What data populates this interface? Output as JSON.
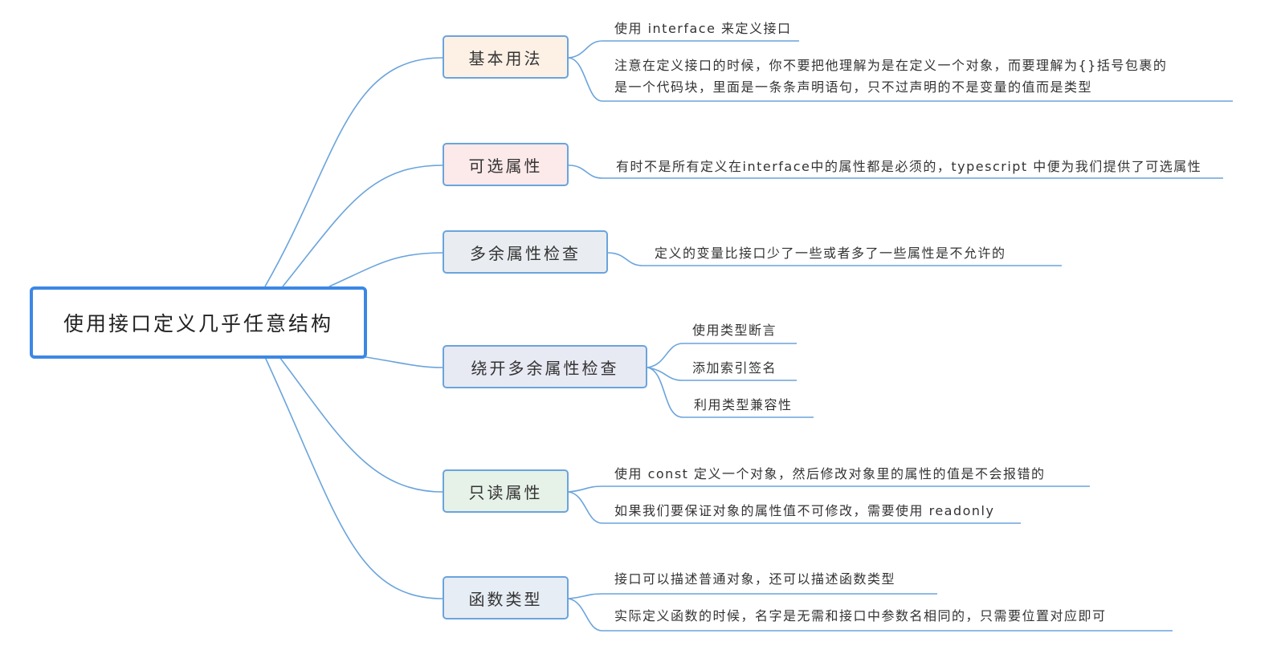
{
  "root": {
    "label": "使用接口定义几乎任意结构"
  },
  "branches": [
    {
      "label": "基本用法",
      "fill": "#fdf1e6",
      "leaves": [
        "使用  interface 来定义接口",
        "注意在定义接口的时候，你不要把他理解为是在定义一个对象，而要理解为{}括号包裹的",
        "是一个代码块，里面是一条条声明语句，只不过声明的不是变量的值而是类型"
      ]
    },
    {
      "label": "可选属性",
      "fill": "#fce9e9",
      "leaves": [
        "有时不是所有定义在interface中的属性都是必须的，typescript 中便为我们提供了可选属性"
      ]
    },
    {
      "label": "多余属性检查",
      "fill": "#e9edf1",
      "leaves": [
        "定义的变量比接口少了一些或者多了一些属性是不允许的"
      ]
    },
    {
      "label": "绕开多余属性检查",
      "fill": "#e7e9f3",
      "leaves": [
        "使用类型断言",
        "添加索引签名",
        "利用类型兼容性"
      ]
    },
    {
      "label": "只读属性",
      "fill": "#e6f1e7",
      "leaves": [
        "使用 const 定义一个对象，然后修改对象里的属性的值是不会报错的",
        "如果我们要保证对象的属性值不可修改，需要使用 readonly"
      ]
    },
    {
      "label": "函数类型",
      "fill": "#e7edf5",
      "leaves": [
        "接口可以描述普通对象，还可以描述函数类型",
        "实际定义函数的时候，名字是无需和接口中参数名相同的，只需要位置对应即可"
      ]
    }
  ],
  "colors": {
    "line": "#6aa4dc",
    "root_border": "#3c87e4"
  }
}
